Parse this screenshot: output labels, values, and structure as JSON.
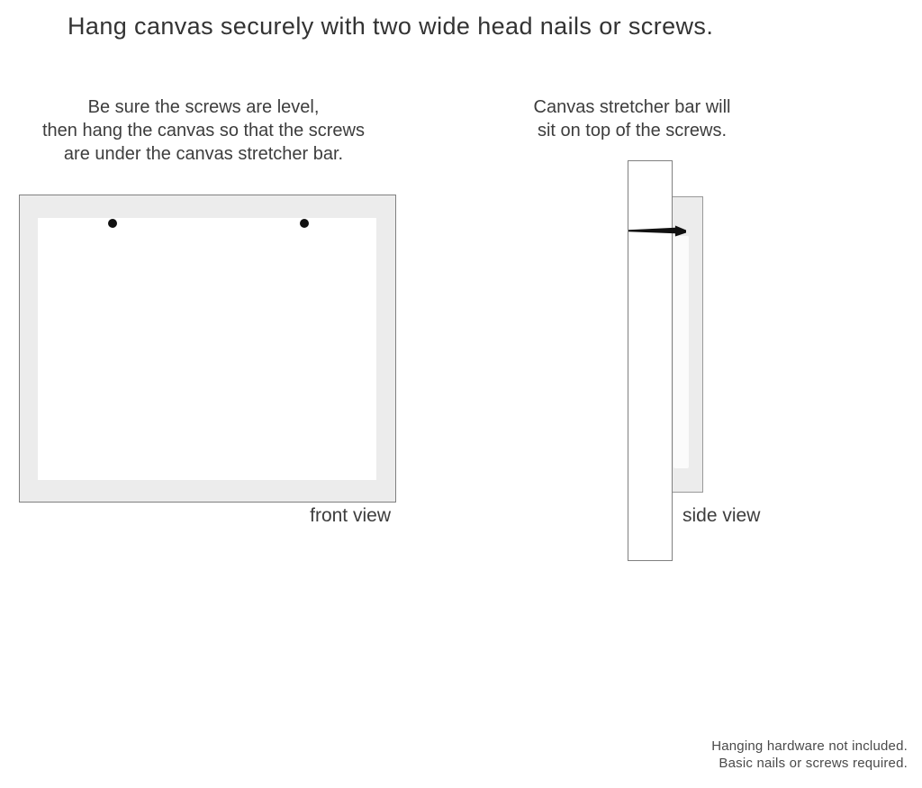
{
  "title": "Hang canvas securely with two wide head nails or screws.",
  "instructions": {
    "left": {
      "line1": "Be sure the screws are level,",
      "line2": "then hang the canvas so that the screws",
      "line3": "are under the canvas stretcher bar."
    },
    "right": {
      "line1": "Canvas stretcher bar will",
      "line2": "sit on top of the screws."
    }
  },
  "front_view": {
    "label": "front view"
  },
  "side_view": {
    "label": "side view"
  },
  "footer": {
    "line1": "Hanging hardware not included.",
    "line2": "Basic nails or screws required."
  },
  "colors": {
    "background": "#ffffff",
    "text": "#3d3d3d",
    "muted_text": "#4a4a4a",
    "canvas_fill": "#ececec",
    "border": "#808080",
    "nail": "#111111"
  }
}
